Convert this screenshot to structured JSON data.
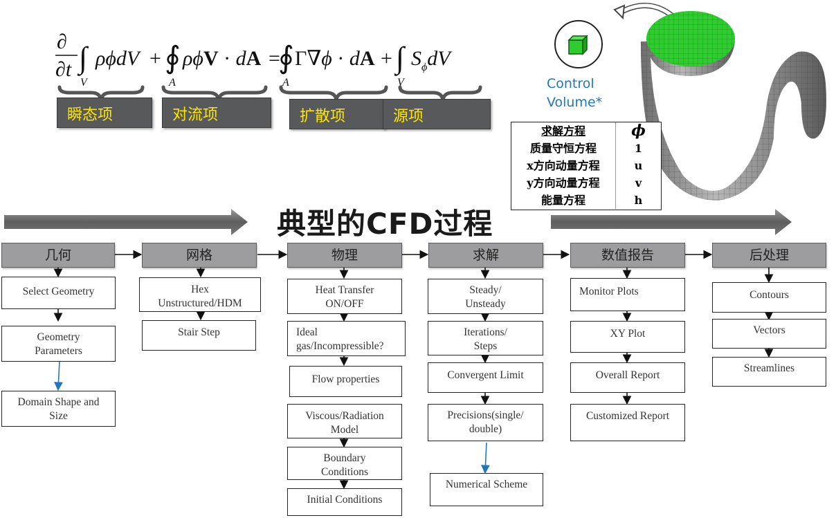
{
  "equation_terms": {
    "transient": "瞬态项",
    "convection": "对流项",
    "diffusion": "扩散项",
    "source": "源项"
  },
  "control_volume_label": [
    "Control",
    "Volume*"
  ],
  "equation_table": {
    "header": [
      "求解方程",
      "ϕ"
    ],
    "rows": [
      [
        "质量守恒方程",
        "1"
      ],
      [
        "x方向动量方程",
        "u"
      ],
      [
        "y方向动量方程",
        "v"
      ],
      [
        "能量方程",
        "h"
      ]
    ]
  },
  "title": "典型的CFD过程",
  "stages": [
    {
      "header": "几何",
      "items": [
        "Select Geometry",
        "Geometry\nParameters",
        "Domain Shape  and\nSize"
      ]
    },
    {
      "header": "网格",
      "items": [
        "Hex\nUnstructured/HDM",
        "Stair Step"
      ]
    },
    {
      "header": "物理",
      "items": [
        "Heat Transfer\nON/OFF",
        "Ideal\ngas/Incompressible?",
        "Flow properties",
        "Viscous/Radiation\nModel",
        "Boundary\nConditions",
        "Initial Conditions"
      ]
    },
    {
      "header": "求解",
      "items": [
        "Steady/\nUnsteady",
        "Iterations/\nSteps",
        "Convergent Limit",
        "Precisions(single/\ndouble)",
        "Numerical Scheme"
      ]
    },
    {
      "header": "数值报告",
      "items": [
        "Monitor Plots",
        "XY Plot",
        "Overall Report",
        "Customized Report"
      ]
    },
    {
      "header": "后处理",
      "items": [
        "Contours",
        "Vectors",
        "Streamlines"
      ]
    }
  ],
  "colors": {
    "header_fill": "#9d9d9f",
    "term_fill": "#58595b",
    "term_text": "#ffe600",
    "cv_green": "#2ecc2e",
    "accent_blue": "#1f77c0"
  }
}
